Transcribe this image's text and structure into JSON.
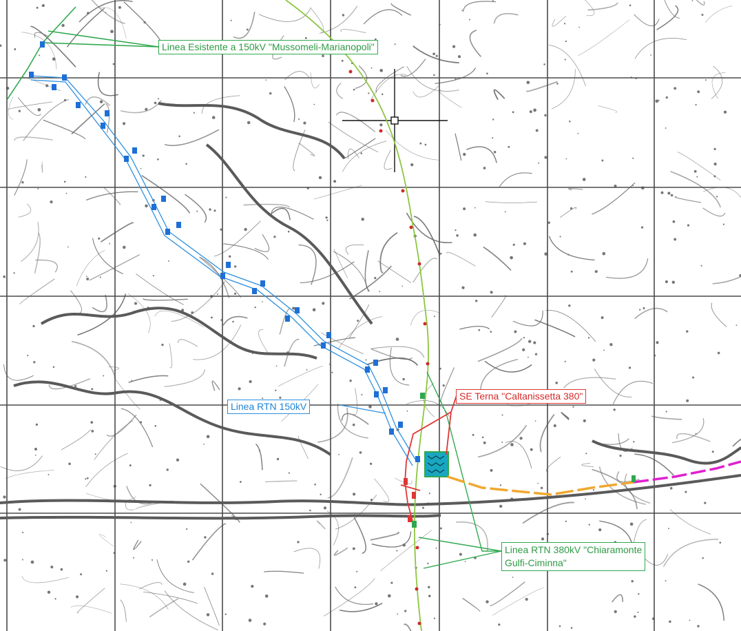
{
  "labels": {
    "existing_line": "Linea Esistente a 150kV \"Mussomeli-Marianopoli\"",
    "rtn_150": "Linea RTN 150kV",
    "substation": "SE Terna \"Caltanissetta 380\"",
    "rtn_380_line1": "Linea RTN 380kV \"Chiaramonte",
    "rtn_380_line2": "Gulfi-Ciminna\""
  },
  "colors": {
    "background": "#ffffff",
    "topo_lines": "#6b6b6b",
    "grid": "#4a4a4a",
    "line_150_existing": "#2fa84f",
    "line_380": "#8cc63f",
    "line_rtn_150": "#2b8fe0",
    "substation": "#e03535",
    "cable_route": "#f0a830",
    "cable_route_ext": "#e020d0",
    "substation_fill": "#19a6c0"
  }
}
